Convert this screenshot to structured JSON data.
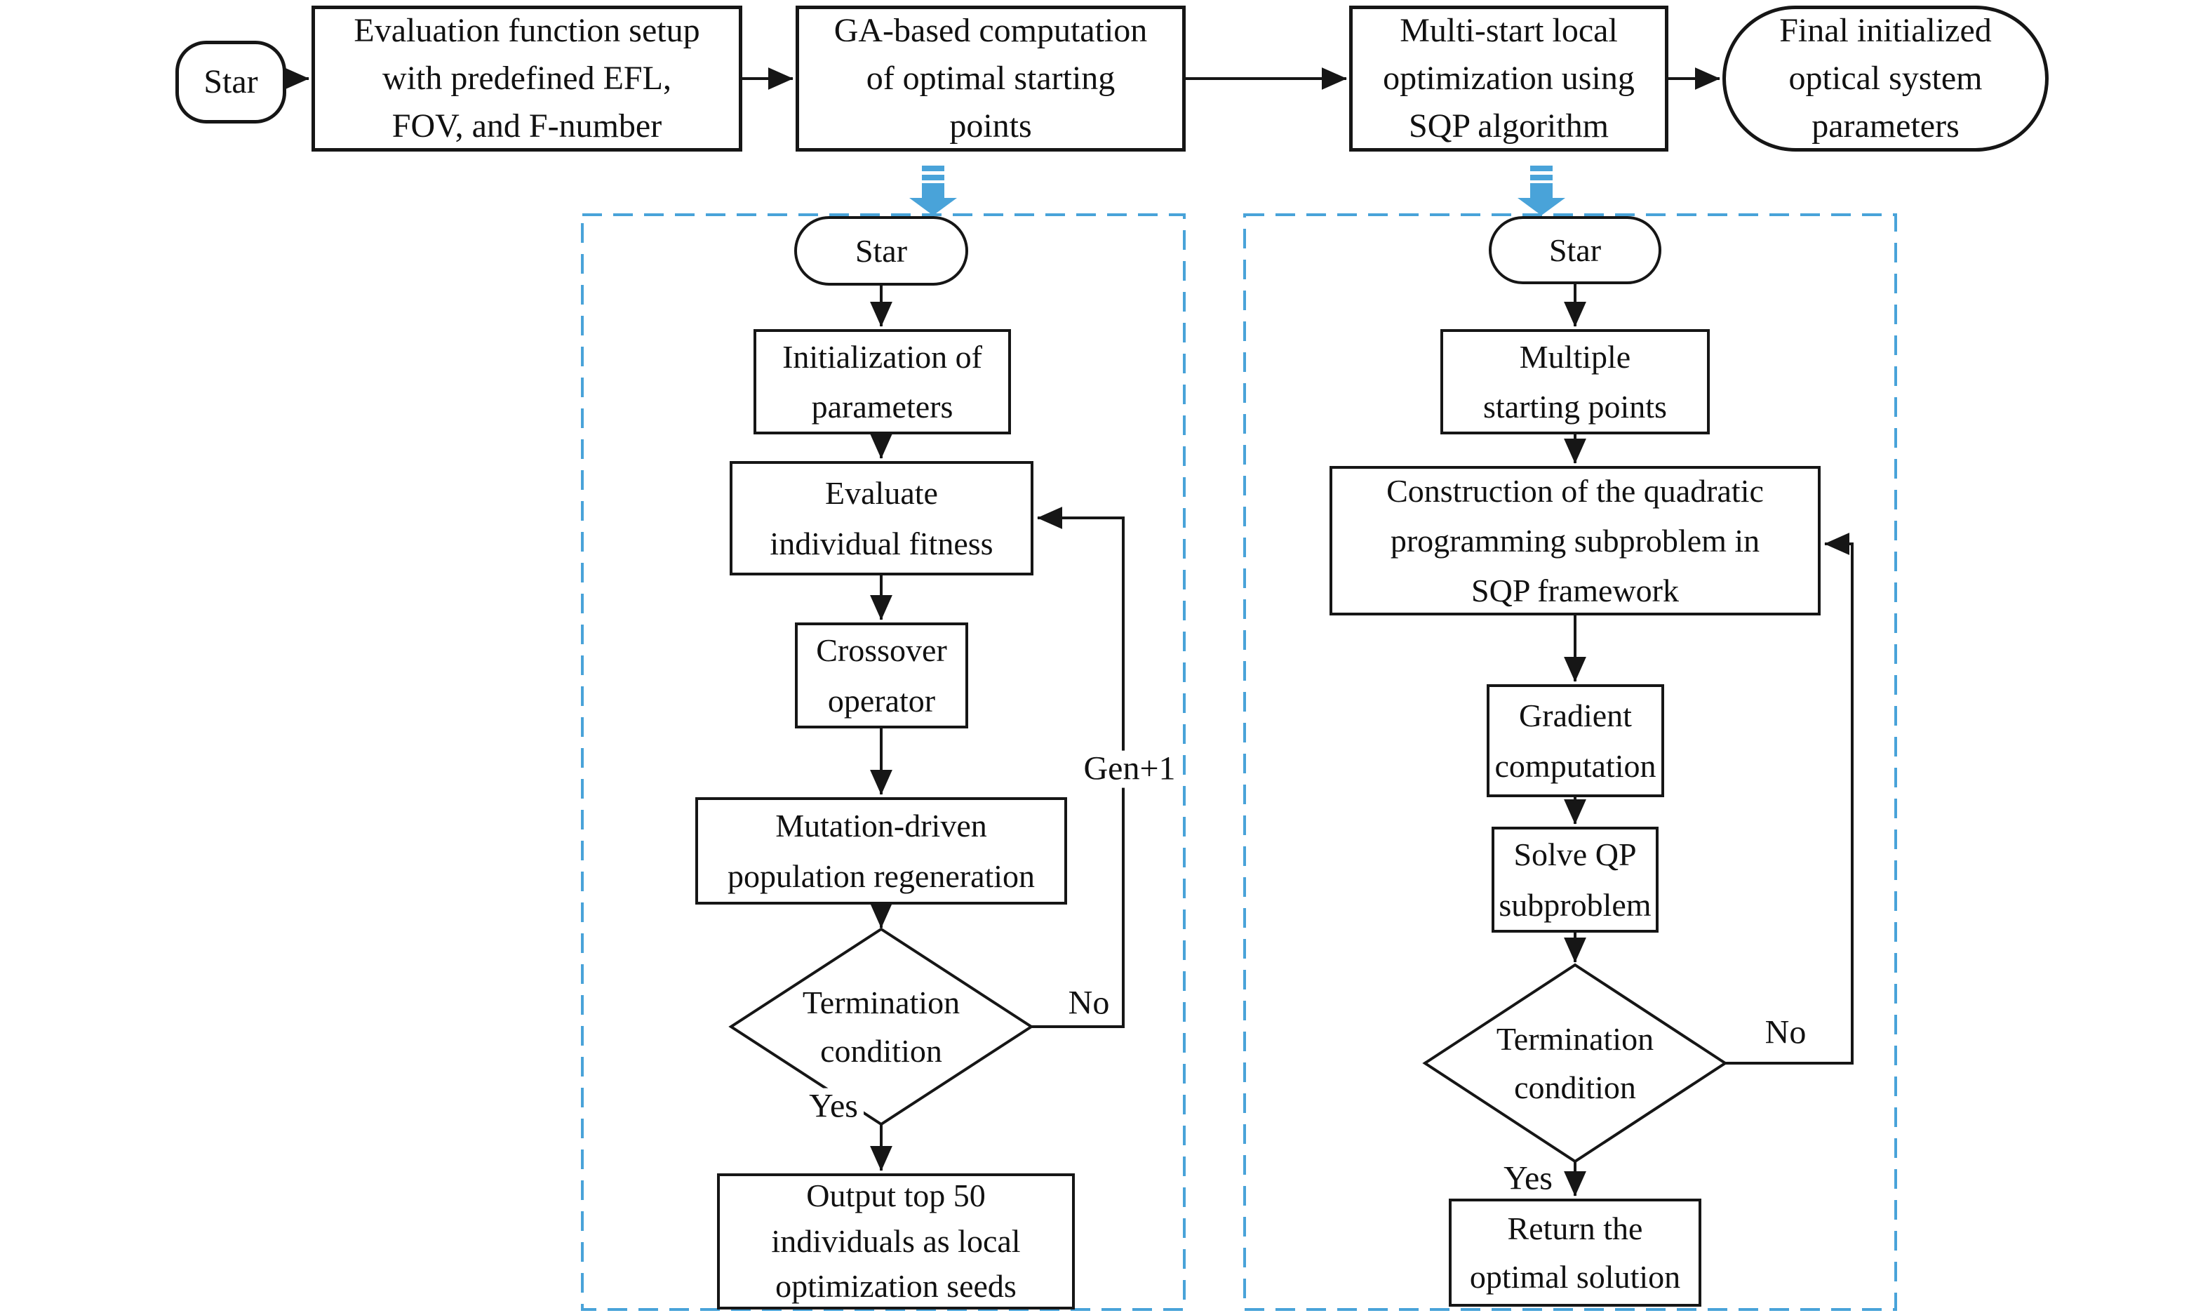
{
  "colors": {
    "accent_blue": "#49a3d9",
    "line_black": "#161616"
  },
  "top_row": {
    "start": "Star",
    "evaluation_setup": [
      "Evaluation function setup",
      "with predefined EFL,",
      "FOV, and F-number"
    ],
    "ga_computation": [
      "GA-based computation",
      "of optimal starting",
      "points"
    ],
    "multi_start": [
      "Multi-start local",
      "optimization using",
      "SQP algorithm"
    ],
    "final_params": [
      "Final initialized",
      "optical system",
      "parameters"
    ]
  },
  "ga_flow": {
    "start": "Star",
    "initialization": [
      "Initialization of",
      "parameters"
    ],
    "evaluate": [
      "Evaluate",
      "individual fitness"
    ],
    "crossover": [
      "Crossover",
      "operator"
    ],
    "mutation": [
      "Mutation-driven",
      "population regeneration"
    ],
    "termination": [
      "Termination",
      "condition"
    ],
    "output": [
      "Output top 50",
      "individuals as local",
      "optimization seeds"
    ],
    "label_no": "No",
    "label_yes": "Yes",
    "label_gen": "Gen+1"
  },
  "sqp_flow": {
    "start": "Star",
    "multiple_points": [
      "Multiple",
      "starting points"
    ],
    "construction": [
      "Construction of the quadratic",
      "programming subproblem in",
      "SQP framework"
    ],
    "gradient": [
      "Gradient",
      "computation"
    ],
    "solve_qp": [
      "Solve QP",
      "subproblem"
    ],
    "termination": [
      "Termination",
      "condition"
    ],
    "return_solution": [
      "Return the",
      "optimal solution"
    ],
    "label_no": "No",
    "label_yes": "Yes"
  }
}
